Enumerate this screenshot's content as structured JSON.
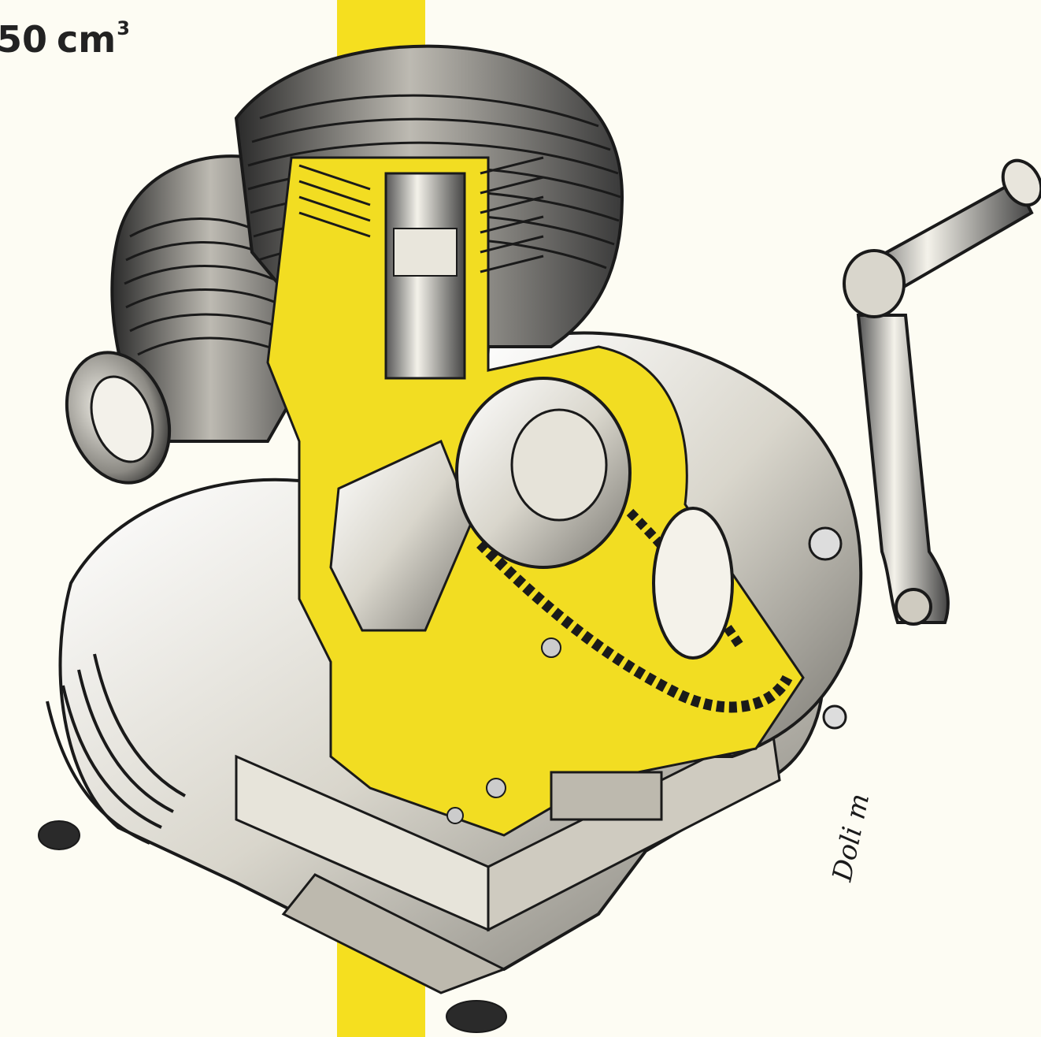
{
  "title": {
    "number": "50",
    "unit": "cm",
    "superscript": "3"
  },
  "signature": "Doli m",
  "colors": {
    "background": "#fdfcf3",
    "stripe": "#f5df1f",
    "cutaway": "#f2dd22",
    "metal_light": "#ece9e0",
    "metal_dark": "#1e1e1e"
  }
}
